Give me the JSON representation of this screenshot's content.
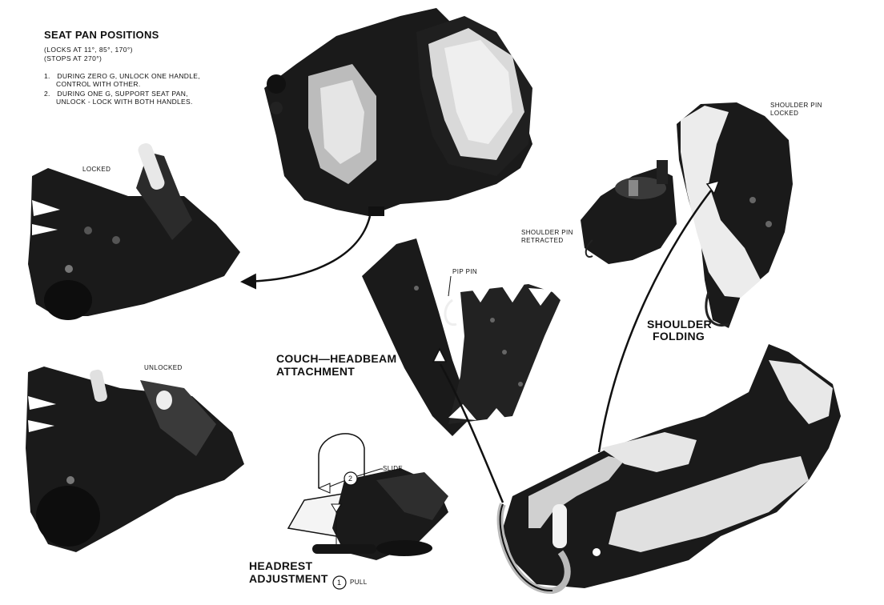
{
  "seat_pan": {
    "title": "SEAT PAN POSITIONS",
    "locks": "(LOCKS AT 11°, 85°, 170°)",
    "stops": "(STOPS AT 270°)",
    "notes": [
      {
        "num": "1.",
        "line1": "DURING ZERO G, UNLOCK ONE HANDLE,",
        "line2": "CONTROL WITH OTHER."
      },
      {
        "num": "2.",
        "line1": "DURING ONE G, SUPPORT SEAT PAN,",
        "line2": "UNLOCK - LOCK WITH BOTH HANDLES."
      }
    ]
  },
  "labels": {
    "locked": "LOCKED",
    "unlocked": "UNLOCKED",
    "pip_pin": "PIP PIN",
    "shoulder_pin_locked_1": "SHOULDER PIN",
    "shoulder_pin_locked_2": "LOCKED",
    "shoulder_pin_retracted_1": "SHOULDER PIN",
    "shoulder_pin_retracted_2": "RETRACTED",
    "slide": "SLIDE",
    "pull": "PULL",
    "step_1": "1",
    "step_2": "2"
  },
  "headings": {
    "couch_headbeam_1": "COUCH—HEADBEAM",
    "couch_headbeam_2": "ATTACHMENT",
    "shoulder_folding_1": "SHOULDER",
    "shoulder_folding_2": "FOLDING",
    "headrest_1": "HEADREST",
    "headrest_2": "ADJUSTMENT"
  }
}
